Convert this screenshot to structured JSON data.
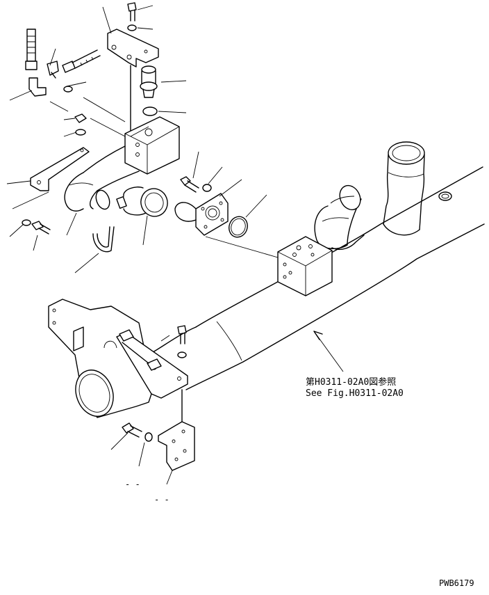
{
  "reference_note": {
    "line1": "第H0311-02A0図参照",
    "line2": "See Fig.H0311-02A0"
  },
  "small_marks": {
    "dash_a": "- -",
    "dash_b": "- -"
  },
  "drawing_code": "PWB6179",
  "colors": {
    "ink": "#000000",
    "paper": "#ffffff"
  }
}
